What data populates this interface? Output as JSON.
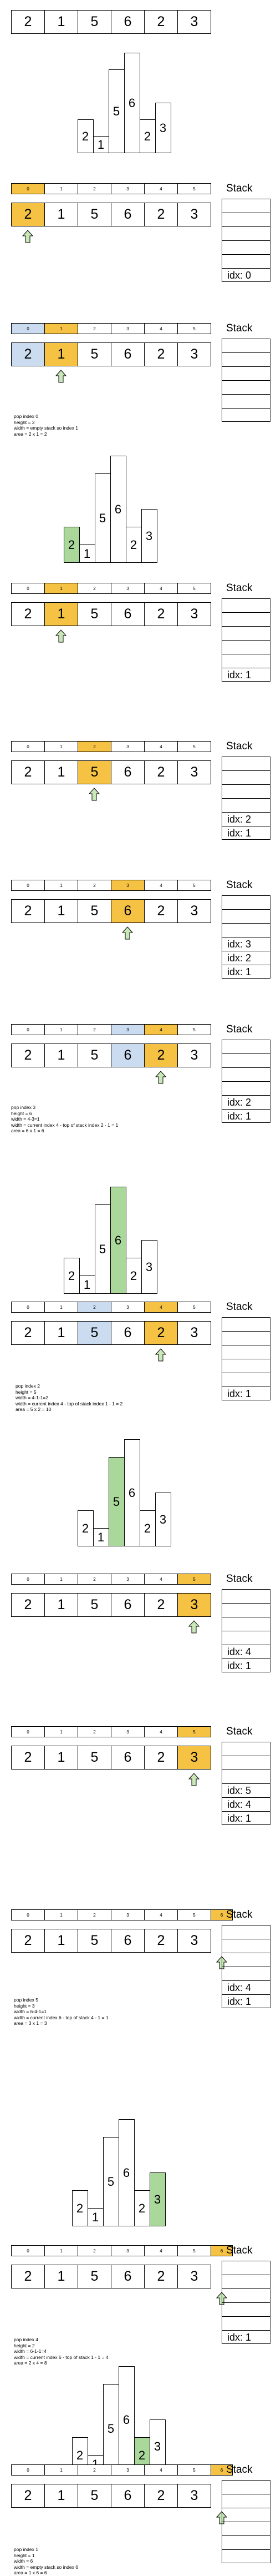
{
  "array": [
    "2",
    "1",
    "5",
    "6",
    "2",
    "3"
  ],
  "indices": [
    "0",
    "1",
    "2",
    "3",
    "4",
    "5"
  ],
  "stack_title": "Stack",
  "colors": {
    "current": "#f5c243",
    "stacked": "#cbdbf0",
    "popped": "#a9d89a",
    "arrow": "#c8e8b8"
  },
  "panels": [
    {
      "notes": [],
      "stack": [],
      "idx_header": false,
      "arrow_index": null
    },
    {
      "notes": [],
      "stack": [
        "idx: 0"
      ],
      "idx_header": true,
      "arrow_index": 0
    },
    {
      "notes": [
        "pop index 0",
        "height = 2",
        "width = empty stack so index 1",
        "area = 2 x 1 = 2"
      ],
      "stack": [],
      "idx_header": true,
      "arrow_index": 1
    },
    {
      "notes": [],
      "stack": [
        "idx: 1"
      ],
      "idx_header": true,
      "arrow_index": 1
    },
    {
      "notes": [],
      "stack": [
        "idx: 2",
        "idx: 1"
      ],
      "idx_header": true,
      "arrow_index": 2
    },
    {
      "notes": [],
      "stack": [
        "idx: 3",
        "idx: 2",
        "idx: 1"
      ],
      "idx_header": true,
      "arrow_index": 3
    },
    {
      "notes": [
        "pop index 3",
        "height = 6",
        "width = 4-3=1",
        "width = current index 4 - top of stack index 2 - 1 = 1",
        "area = 6 x 1 = 6"
      ],
      "stack": [
        "idx: 2",
        "idx: 1"
      ],
      "idx_header": true,
      "arrow_index": 4
    },
    {
      "notes": [
        "pop index 2",
        "height = 5",
        "width = 4-1-1=2",
        "width = current index 4 - top of stack index 1 - 1 = 2",
        "area = 5 x 2 = 10"
      ],
      "stack": [
        "idx: 1"
      ],
      "idx_header": true,
      "arrow_index": 4
    },
    {
      "notes": [],
      "stack": [
        "idx: 4",
        "idx: 1"
      ],
      "idx_header": true,
      "arrow_index": 5
    },
    {
      "notes": [],
      "stack": [
        "idx: 5",
        "idx: 4",
        "idx: 1"
      ],
      "idx_header": true,
      "arrow_index": 5
    },
    {
      "notes": [
        "pop index 5",
        "height = 3",
        "width = 6-4-1=1",
        "width = current index 6 - top of stack 4 - 1 = 1",
        "area = 3 x 1 = 3"
      ],
      "stack": [
        "idx: 4",
        "idx: 1"
      ],
      "idx_header": true,
      "arrow_index": 6
    },
    {
      "notes": [
        "pop index 4",
        "height = 2",
        "width = 6-1-1=4",
        "width = current index 6 - top of stack 1 - 1 = 4",
        "area = 2 x 4 = 8"
      ],
      "stack": [
        "idx: 1"
      ],
      "idx_header": true,
      "arrow_index": 6
    },
    {
      "notes": [
        "pop index 1",
        "height = 1",
        "width = 6",
        "width = empty stack so index 6",
        "area = 1 x 6 = 6"
      ],
      "stack": [],
      "idx_header": true,
      "arrow_index": 6
    }
  ]
}
